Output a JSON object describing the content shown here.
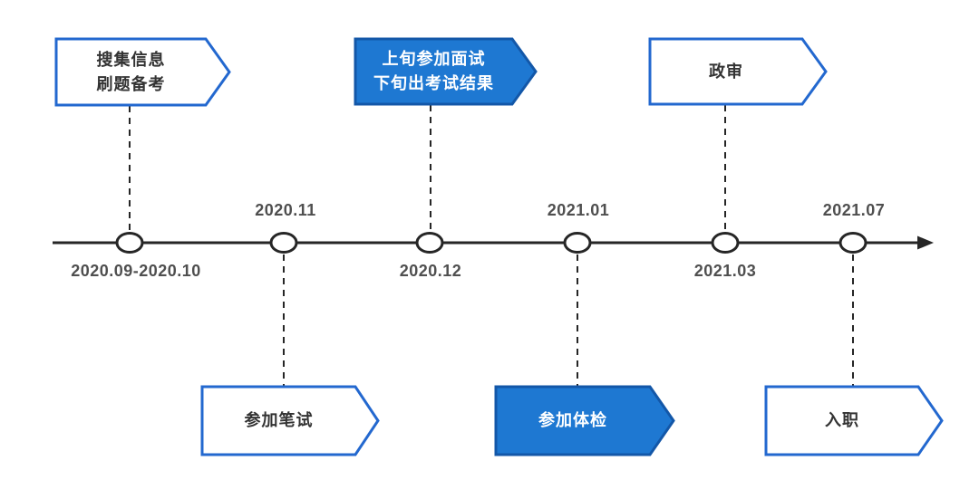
{
  "colors": {
    "banner_fill_blue": "#1e78d2",
    "banner_border_blue_dark": "#1357a8",
    "banner_border_blue": "#2368cf",
    "banner_text_dark": "#333333",
    "banner_text_light": "#ffffff",
    "axis_color": "#262626",
    "date_text": "#4f4f4f",
    "background": "#ffffff"
  },
  "timeline": {
    "milestones": [
      {
        "date": "2020.09-2020.10",
        "date_side": "below",
        "task_lines": [
          "搜集信息",
          "刷题备考"
        ],
        "task_side": "above",
        "task_style": "outline"
      },
      {
        "date": "2020.11",
        "date_side": "above",
        "task_lines": [
          "参加笔试"
        ],
        "task_side": "below",
        "task_style": "outline"
      },
      {
        "date": "2020.12",
        "date_side": "below",
        "task_lines": [
          "上旬参加面试",
          "下旬出考试结果"
        ],
        "task_side": "above",
        "task_style": "filled"
      },
      {
        "date": "2021.01",
        "date_side": "above",
        "task_lines": [
          "参加体检"
        ],
        "task_side": "below",
        "task_style": "filled"
      },
      {
        "date": "2021.03",
        "date_side": "below",
        "task_lines": [
          "政审"
        ],
        "task_side": "above",
        "task_style": "outline"
      },
      {
        "date": "2021.07",
        "date_side": "above",
        "task_lines": [
          "入职"
        ],
        "task_side": "below",
        "task_style": "outline"
      }
    ]
  }
}
